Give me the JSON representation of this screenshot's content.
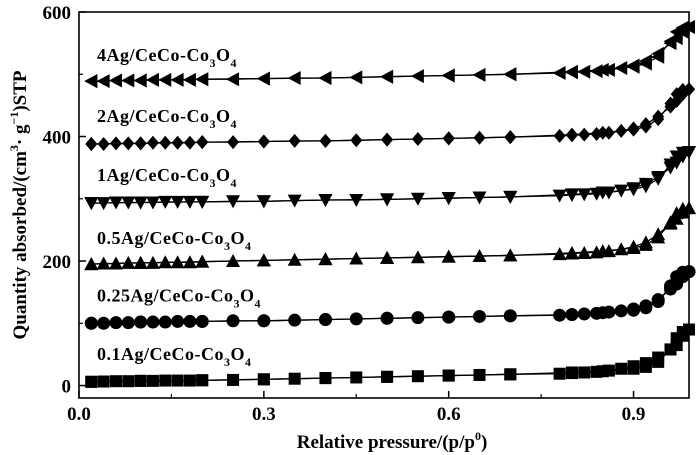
{
  "chart_data": {
    "type": "scatter",
    "title": "",
    "xlabel": "Relative pressure/(p/p",
    "xlabel_sup": "0",
    "xlabel_end": ")",
    "ylabel": "Quantity absorbed/(cm",
    "ylabel_sup1": "3",
    "ylabel_mid": "· g",
    "ylabel_sup2": "−1",
    "ylabel_end": ")STP",
    "xlim": [
      0.0,
      0.99
    ],
    "ylim": [
      -20,
      600
    ],
    "xticks": [
      0.0,
      0.3,
      0.6,
      0.9
    ],
    "xtick_labels": [
      "0.0",
      "0.3",
      "0.6",
      "0.9"
    ],
    "yticks": [
      0,
      200,
      400,
      600
    ],
    "ytick_labels": [
      "0",
      "200",
      "400",
      "600"
    ],
    "grid": false,
    "legend": "none",
    "series": [
      {
        "name": "0.1Ag/CeCo-Co3O4",
        "label": {
          "pre": "0.1Ag/CeCo-Co",
          "sub1": "3",
          "mid": "O",
          "sub2": "4"
        },
        "marker": "square",
        "adsorption": [
          [
            0.02,
            6
          ],
          [
            0.04,
            6.5
          ],
          [
            0.06,
            7
          ],
          [
            0.08,
            7
          ],
          [
            0.1,
            7.5
          ],
          [
            0.12,
            7.5
          ],
          [
            0.14,
            8
          ],
          [
            0.16,
            8
          ],
          [
            0.18,
            8
          ],
          [
            0.2,
            8.5
          ],
          [
            0.25,
            9
          ],
          [
            0.3,
            10
          ],
          [
            0.35,
            11
          ],
          [
            0.4,
            12
          ],
          [
            0.45,
            13
          ],
          [
            0.5,
            14
          ],
          [
            0.55,
            15
          ],
          [
            0.6,
            16
          ],
          [
            0.65,
            17
          ],
          [
            0.7,
            18
          ],
          [
            0.78,
            19
          ],
          [
            0.8,
            20
          ],
          [
            0.82,
            21
          ],
          [
            0.84,
            22
          ],
          [
            0.86,
            24
          ],
          [
            0.88,
            27
          ],
          [
            0.9,
            31
          ],
          [
            0.92,
            36
          ],
          [
            0.94,
            45
          ],
          [
            0.96,
            58
          ],
          [
            0.97,
            65
          ],
          [
            0.98,
            80
          ],
          [
            0.99,
            90
          ]
        ],
        "desorption": [
          [
            0.99,
            90
          ],
          [
            0.98,
            86
          ],
          [
            0.97,
            76
          ],
          [
            0.96,
            58
          ],
          [
            0.94,
            38
          ],
          [
            0.92,
            30
          ],
          [
            0.9,
            27
          ],
          [
            0.85,
            23
          ],
          [
            0.8,
            21
          ],
          [
            0.7,
            18
          ],
          [
            0.6,
            16
          ],
          [
            0.5,
            14
          ],
          [
            0.4,
            12
          ],
          [
            0.3,
            10
          ],
          [
            0.2,
            8.5
          ],
          [
            0.1,
            7.5
          ],
          [
            0.02,
            6
          ]
        ]
      },
      {
        "name": "0.25Ag/CeCo-Co3O4",
        "label": {
          "pre": "0.25Ag/CeCo-Co",
          "sub1": "3",
          "mid": "O",
          "sub2": "4"
        },
        "marker": "circle",
        "adsorption": [
          [
            0.02,
            100
          ],
          [
            0.04,
            100
          ],
          [
            0.06,
            101
          ],
          [
            0.08,
            101
          ],
          [
            0.1,
            102
          ],
          [
            0.12,
            102
          ],
          [
            0.14,
            102
          ],
          [
            0.16,
            103
          ],
          [
            0.18,
            103
          ],
          [
            0.2,
            103
          ],
          [
            0.25,
            104
          ],
          [
            0.3,
            104
          ],
          [
            0.35,
            105
          ],
          [
            0.4,
            106
          ],
          [
            0.45,
            107
          ],
          [
            0.5,
            108
          ],
          [
            0.55,
            109
          ],
          [
            0.6,
            110
          ],
          [
            0.65,
            111
          ],
          [
            0.7,
            112
          ],
          [
            0.78,
            113
          ],
          [
            0.8,
            114
          ],
          [
            0.82,
            115
          ],
          [
            0.84,
            116
          ],
          [
            0.86,
            118
          ],
          [
            0.88,
            120
          ],
          [
            0.9,
            123
          ],
          [
            0.92,
            128
          ],
          [
            0.94,
            138
          ],
          [
            0.96,
            155
          ],
          [
            0.97,
            163
          ],
          [
            0.98,
            175
          ],
          [
            0.99,
            183
          ]
        ],
        "desorption": [
          [
            0.99,
            183
          ],
          [
            0.98,
            182
          ],
          [
            0.97,
            175
          ],
          [
            0.96,
            160
          ],
          [
            0.94,
            135
          ],
          [
            0.92,
            125
          ],
          [
            0.9,
            121
          ],
          [
            0.85,
            117
          ],
          [
            0.8,
            114
          ],
          [
            0.7,
            112
          ],
          [
            0.6,
            110
          ],
          [
            0.5,
            108
          ],
          [
            0.4,
            106
          ],
          [
            0.3,
            104
          ],
          [
            0.2,
            103
          ],
          [
            0.1,
            102
          ],
          [
            0.02,
            100
          ]
        ]
      },
      {
        "name": "0.5Ag/CeCo-Co3O4",
        "label": {
          "pre": "0.5Ag/CeCo-Co",
          "sub1": "3",
          "mid": "O",
          "sub2": "4"
        },
        "marker": "triangle-up",
        "adsorption": [
          [
            0.02,
            195
          ],
          [
            0.04,
            196
          ],
          [
            0.06,
            196
          ],
          [
            0.08,
            197
          ],
          [
            0.1,
            197
          ],
          [
            0.12,
            197
          ],
          [
            0.14,
            198
          ],
          [
            0.16,
            198
          ],
          [
            0.18,
            198
          ],
          [
            0.2,
            199
          ],
          [
            0.25,
            200
          ],
          [
            0.3,
            201
          ],
          [
            0.35,
            202
          ],
          [
            0.4,
            203
          ],
          [
            0.45,
            204
          ],
          [
            0.5,
            205
          ],
          [
            0.55,
            206
          ],
          [
            0.6,
            207
          ],
          [
            0.65,
            208
          ],
          [
            0.7,
            209
          ],
          [
            0.78,
            211
          ],
          [
            0.8,
            212
          ],
          [
            0.82,
            213
          ],
          [
            0.84,
            214
          ],
          [
            0.86,
            216
          ],
          [
            0.88,
            219
          ],
          [
            0.9,
            223
          ],
          [
            0.92,
            230
          ],
          [
            0.94,
            243
          ],
          [
            0.96,
            260
          ],
          [
            0.97,
            268
          ],
          [
            0.98,
            278
          ],
          [
            0.99,
            285
          ]
        ],
        "desorption": [
          [
            0.99,
            285
          ],
          [
            0.98,
            284
          ],
          [
            0.97,
            277
          ],
          [
            0.96,
            262
          ],
          [
            0.94,
            238
          ],
          [
            0.92,
            226
          ],
          [
            0.9,
            221
          ],
          [
            0.85,
            216
          ],
          [
            0.8,
            213
          ],
          [
            0.7,
            209
          ],
          [
            0.6,
            207
          ],
          [
            0.5,
            205
          ],
          [
            0.4,
            203
          ],
          [
            0.3,
            201
          ],
          [
            0.2,
            199
          ],
          [
            0.1,
            197
          ],
          [
            0.02,
            195
          ]
        ]
      },
      {
        "name": "1Ag/CeCo-Co3O4",
        "label": {
          "pre": "1Ag/CeCo-Co",
          "sub1": "3",
          "mid": "O",
          "sub2": "4"
        },
        "marker": "triangle-down",
        "adsorption": [
          [
            0.02,
            293
          ],
          [
            0.04,
            293
          ],
          [
            0.06,
            294
          ],
          [
            0.08,
            294
          ],
          [
            0.1,
            294
          ],
          [
            0.12,
            294
          ],
          [
            0.14,
            295
          ],
          [
            0.16,
            295
          ],
          [
            0.18,
            295
          ],
          [
            0.2,
            295
          ],
          [
            0.25,
            296
          ],
          [
            0.3,
            296
          ],
          [
            0.35,
            297
          ],
          [
            0.4,
            298
          ],
          [
            0.45,
            298
          ],
          [
            0.5,
            299
          ],
          [
            0.55,
            300
          ],
          [
            0.6,
            301
          ],
          [
            0.65,
            302
          ],
          [
            0.7,
            303
          ],
          [
            0.78,
            305
          ],
          [
            0.8,
            306
          ],
          [
            0.82,
            307
          ],
          [
            0.84,
            308
          ],
          [
            0.86,
            310
          ],
          [
            0.88,
            313
          ],
          [
            0.9,
            317
          ],
          [
            0.92,
            324
          ],
          [
            0.94,
            335
          ],
          [
            0.96,
            350
          ],
          [
            0.97,
            358
          ],
          [
            0.98,
            368
          ],
          [
            0.99,
            375
          ]
        ],
        "desorption": [
          [
            0.99,
            375
          ],
          [
            0.98,
            374
          ],
          [
            0.97,
            368
          ],
          [
            0.96,
            355
          ],
          [
            0.94,
            332
          ],
          [
            0.92,
            320
          ],
          [
            0.9,
            315
          ],
          [
            0.85,
            310
          ],
          [
            0.8,
            307
          ],
          [
            0.7,
            303
          ],
          [
            0.6,
            301
          ],
          [
            0.5,
            299
          ],
          [
            0.4,
            298
          ],
          [
            0.3,
            296
          ],
          [
            0.2,
            295
          ],
          [
            0.1,
            294
          ],
          [
            0.02,
            293
          ]
        ]
      },
      {
        "name": "2Ag/CeCo-Co3O4",
        "label": {
          "pre": "2Ag/CeCo-Co",
          "sub1": "3",
          "mid": "O",
          "sub2": "4"
        },
        "marker": "diamond",
        "adsorption": [
          [
            0.02,
            388
          ],
          [
            0.04,
            388
          ],
          [
            0.06,
            389
          ],
          [
            0.08,
            389
          ],
          [
            0.1,
            389
          ],
          [
            0.12,
            390
          ],
          [
            0.14,
            390
          ],
          [
            0.16,
            390
          ],
          [
            0.18,
            390
          ],
          [
            0.2,
            391
          ],
          [
            0.25,
            391
          ],
          [
            0.3,
            392
          ],
          [
            0.35,
            393
          ],
          [
            0.4,
            393
          ],
          [
            0.45,
            394
          ],
          [
            0.5,
            395
          ],
          [
            0.55,
            396
          ],
          [
            0.6,
            397
          ],
          [
            0.65,
            398
          ],
          [
            0.7,
            399
          ],
          [
            0.78,
            401
          ],
          [
            0.8,
            402
          ],
          [
            0.82,
            403
          ],
          [
            0.84,
            404
          ],
          [
            0.86,
            406
          ],
          [
            0.88,
            409
          ],
          [
            0.9,
            413
          ],
          [
            0.92,
            420
          ],
          [
            0.94,
            432
          ],
          [
            0.96,
            448
          ],
          [
            0.97,
            457
          ],
          [
            0.98,
            468
          ],
          [
            0.99,
            476
          ]
        ],
        "desorption": [
          [
            0.99,
            476
          ],
          [
            0.98,
            475
          ],
          [
            0.97,
            468
          ],
          [
            0.96,
            453
          ],
          [
            0.94,
            428
          ],
          [
            0.92,
            416
          ],
          [
            0.9,
            411
          ],
          [
            0.85,
            406
          ],
          [
            0.8,
            403
          ],
          [
            0.7,
            399
          ],
          [
            0.6,
            397
          ],
          [
            0.5,
            395
          ],
          [
            0.4,
            393
          ],
          [
            0.3,
            392
          ],
          [
            0.2,
            391
          ],
          [
            0.1,
            389
          ],
          [
            0.02,
            388
          ]
        ]
      },
      {
        "name": "4Ag/CeCo-Co3O4",
        "label": {
          "pre": "4Ag/CeCo-Co",
          "sub1": "3",
          "mid": "O",
          "sub2": "4"
        },
        "marker": "triangle-left",
        "adsorption": [
          [
            0.02,
            489
          ],
          [
            0.04,
            489
          ],
          [
            0.06,
            490
          ],
          [
            0.08,
            490
          ],
          [
            0.1,
            490
          ],
          [
            0.12,
            491
          ],
          [
            0.14,
            491
          ],
          [
            0.16,
            491
          ],
          [
            0.18,
            491
          ],
          [
            0.2,
            492
          ],
          [
            0.25,
            492
          ],
          [
            0.3,
            493
          ],
          [
            0.35,
            494
          ],
          [
            0.4,
            494
          ],
          [
            0.45,
            495
          ],
          [
            0.5,
            496
          ],
          [
            0.55,
            497
          ],
          [
            0.6,
            498
          ],
          [
            0.65,
            499
          ],
          [
            0.7,
            500
          ],
          [
            0.78,
            502
          ],
          [
            0.8,
            503
          ],
          [
            0.82,
            504
          ],
          [
            0.84,
            505
          ],
          [
            0.86,
            507
          ],
          [
            0.88,
            510
          ],
          [
            0.9,
            514
          ],
          [
            0.92,
            521
          ],
          [
            0.94,
            533
          ],
          [
            0.96,
            550
          ],
          [
            0.97,
            558
          ],
          [
            0.98,
            568
          ],
          [
            0.99,
            576
          ]
        ],
        "desorption": [
          [
            0.99,
            576
          ],
          [
            0.98,
            575
          ],
          [
            0.97,
            568
          ],
          [
            0.96,
            553
          ],
          [
            0.94,
            528
          ],
          [
            0.92,
            517
          ],
          [
            0.9,
            512
          ],
          [
            0.85,
            507
          ],
          [
            0.8,
            504
          ],
          [
            0.7,
            500
          ],
          [
            0.6,
            498
          ],
          [
            0.5,
            496
          ],
          [
            0.4,
            494
          ],
          [
            0.3,
            493
          ],
          [
            0.2,
            492
          ],
          [
            0.1,
            490
          ],
          [
            0.02,
            489
          ]
        ]
      }
    ]
  }
}
